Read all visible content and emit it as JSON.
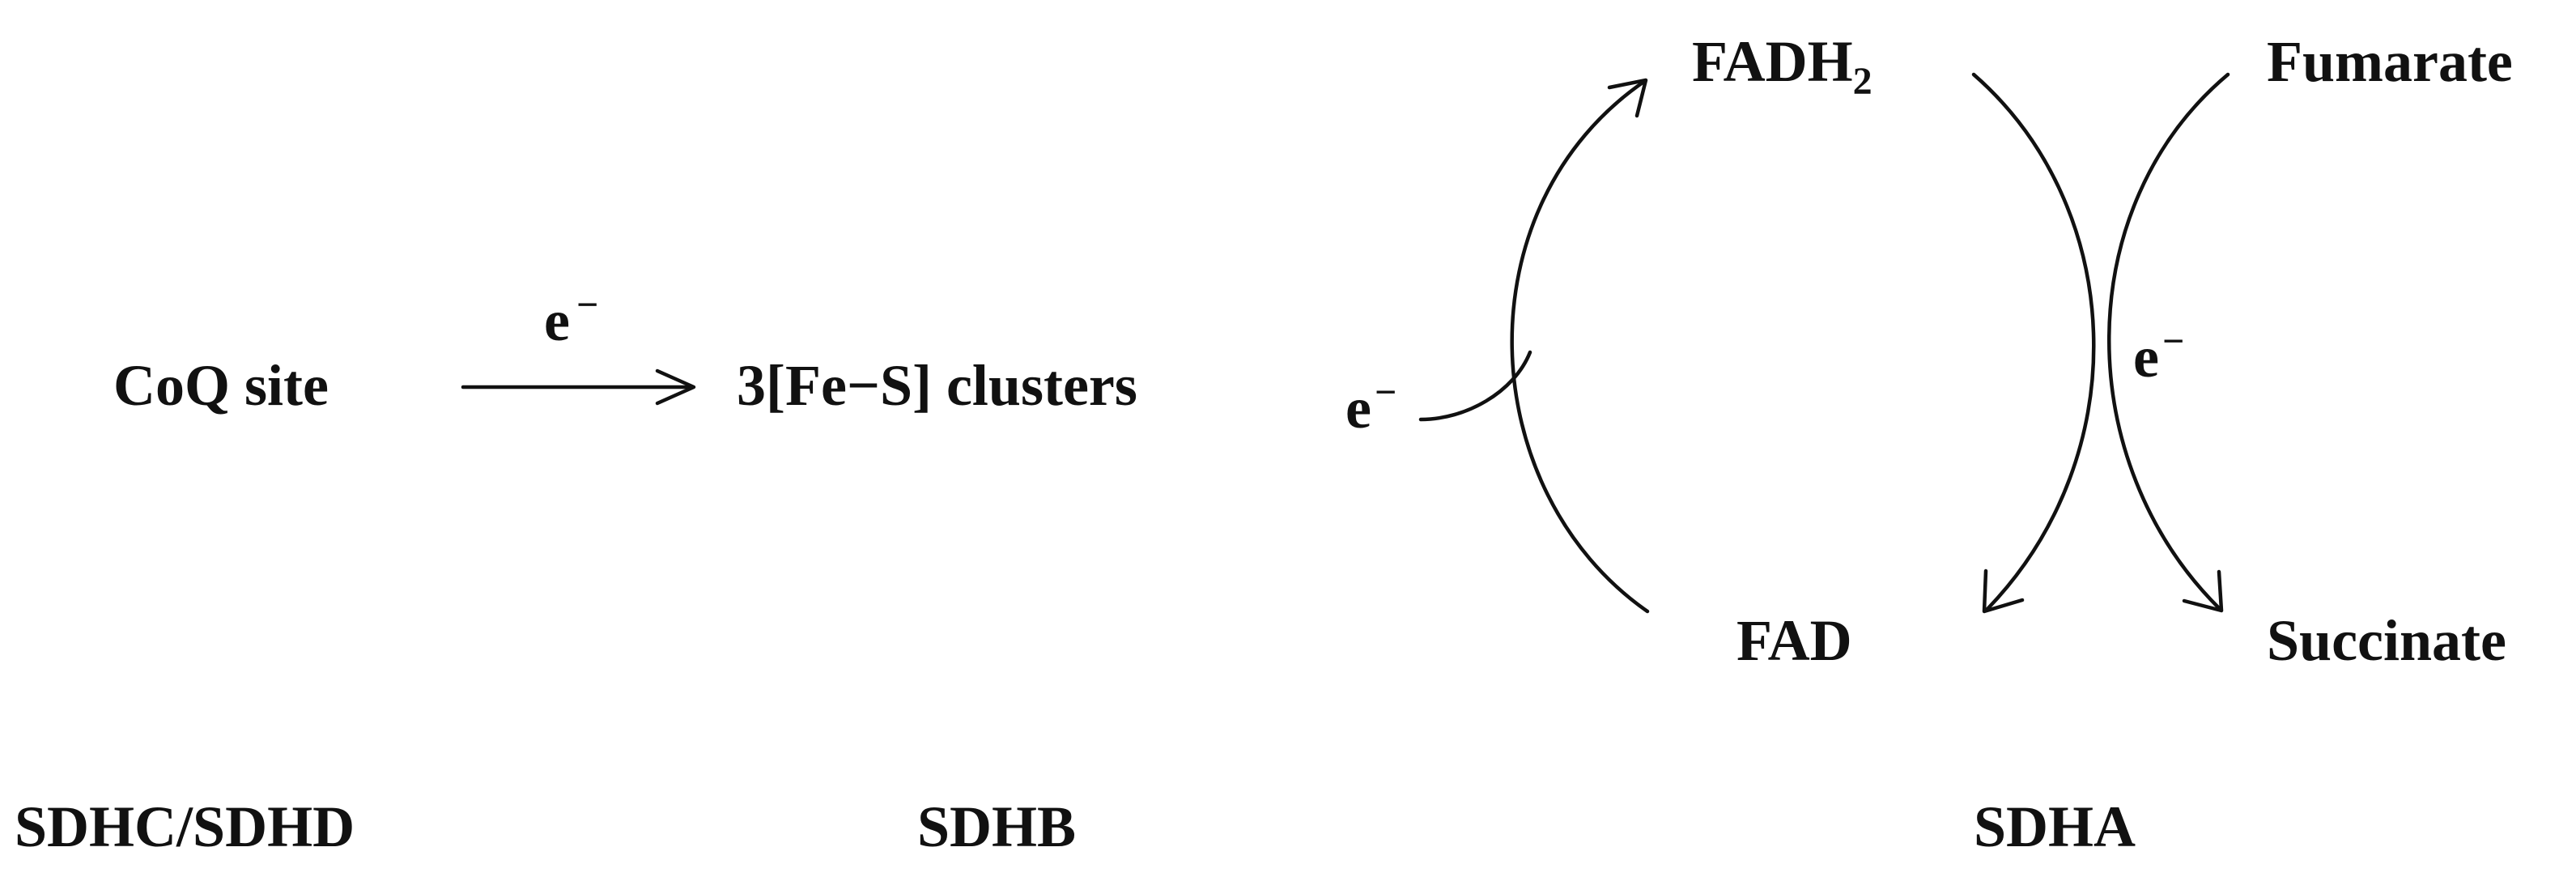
{
  "nodes": {
    "coq_site": "CoQ site",
    "fes_clusters": "3[Fe−S] clusters",
    "fadh2_base": "FADH",
    "fadh2_subscript": "2",
    "fumarate": "Fumarate",
    "fad": "FAD",
    "succinate": "Succinate"
  },
  "electron_labels": {
    "base": "e",
    "charge": "−"
  },
  "subunits": {
    "sdhc_sdhd": "SDHC/SDHD",
    "sdhb": "SDHB",
    "sdha": "SDHA"
  }
}
